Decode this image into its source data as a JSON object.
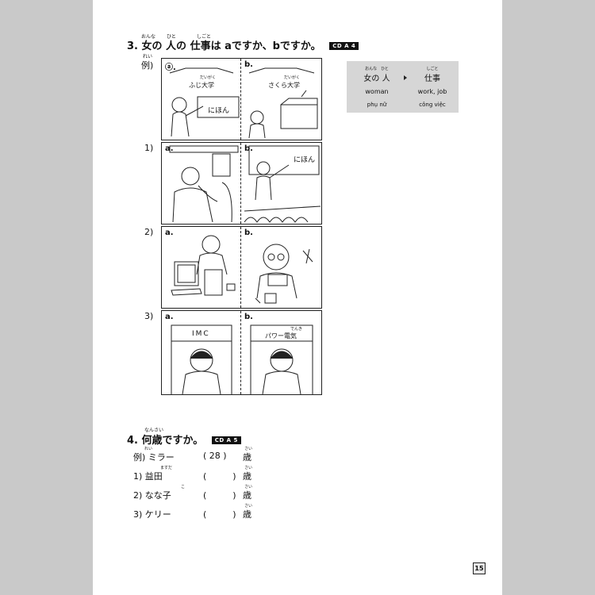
{
  "q3": {
    "number": "3.",
    "text": "女の 人の 仕事は aですか、bですか。",
    "ruby": [
      "おんな",
      "ひと",
      "しごと"
    ],
    "cd": "CD A 4",
    "rows": [
      {
        "label": "例)",
        "ruby": "れい",
        "a": {
          "mark": "ⓐ.",
          "sign": "ふじ大学",
          "sign_ruby": "だいがく",
          "board": "にほん"
        },
        "b": {
          "mark": "b.",
          "sign": "さくら大学",
          "sign_ruby": "だいがく"
        }
      },
      {
        "label": "1)",
        "a": {
          "mark": "a."
        },
        "b": {
          "mark": "b.",
          "board": "にほん"
        }
      },
      {
        "label": "2)",
        "a": {
          "mark": "a."
        },
        "b": {
          "mark": "b."
        }
      },
      {
        "label": "3)",
        "a": {
          "mark": "a.",
          "sign": "IMC"
        },
        "b": {
          "mark": "b.",
          "sign": "パワー電気",
          "sign_ruby": "でんき"
        }
      }
    ]
  },
  "vocab": [
    {
      "jp": "女の 人",
      "ruby": "おんな　ひと",
      "en": "woman",
      "vn": "phụ nữ"
    },
    {
      "jp": "仕事",
      "ruby": "しごと",
      "en": "work, job",
      "vn": "công việc"
    }
  ],
  "q4": {
    "number": "4.",
    "text": "何歳ですか。",
    "ruby": "なんさい",
    "cd": "CD A 5",
    "rows": [
      {
        "label": "例) ミラー",
        "ruby": "れい",
        "paren": "( 28 )",
        "unit": "歳",
        "unit_ruby": "さい"
      },
      {
        "label": "1) 益田",
        "ruby": "ますだ",
        "paren": "(　　　)",
        "unit": "歳",
        "unit_ruby": "さい"
      },
      {
        "label": "2) なな子",
        "ruby": "こ",
        "paren": "(　　　)",
        "unit": "歳",
        "unit_ruby": "さい"
      },
      {
        "label": "3) ケリー",
        "ruby": "",
        "paren": "(　　　)",
        "unit": "歳",
        "unit_ruby": "さい"
      }
    ]
  },
  "page_number": "15"
}
